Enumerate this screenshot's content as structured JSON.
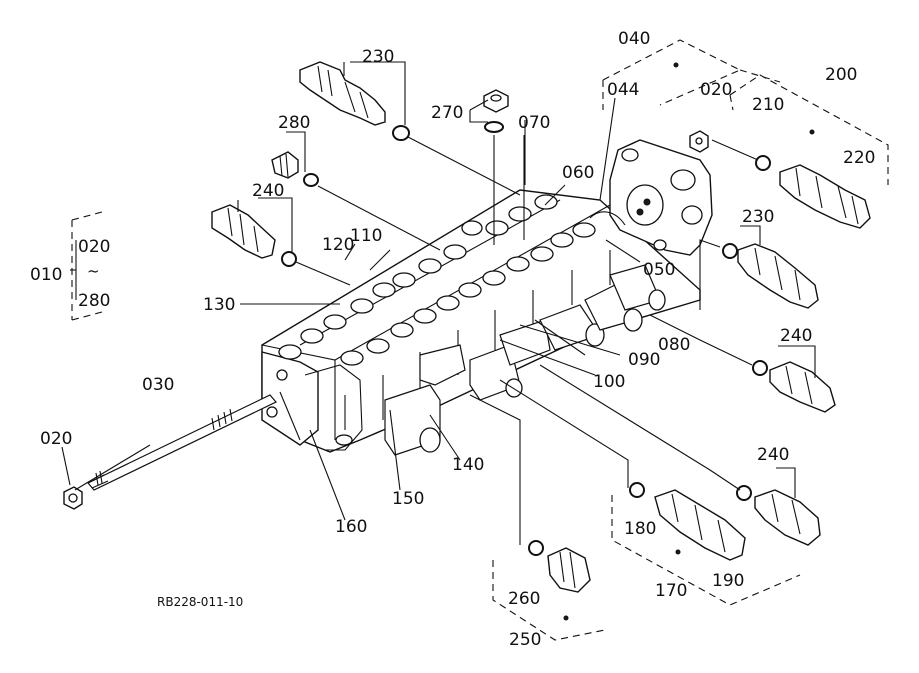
{
  "diagram": {
    "drawing_number": "RB228-011-10",
    "assembly": {
      "code": "010",
      "range_start": "020",
      "range_separator": "~",
      "range_end": "280"
    },
    "callouts": {
      "c020_top": "020",
      "c020_left": "020",
      "c030": "030",
      "c040": "040",
      "c044": "044",
      "c050": "050",
      "c060": "060",
      "c070": "070",
      "c080": "080",
      "c090": "090",
      "c100": "100",
      "c110": "110",
      "c120": "120",
      "c130": "130",
      "c140": "140",
      "c150": "150",
      "c160": "160",
      "c170": "170",
      "c180": "180",
      "c190": "190",
      "c200": "200",
      "c210": "210",
      "c220": "220",
      "c230_top": "230",
      "c230_right": "230",
      "c240_left": "240",
      "c240_right_mid": "240",
      "c240_right_low": "240",
      "c250": "250",
      "c260": "260",
      "c270": "270",
      "c280": "280"
    }
  }
}
